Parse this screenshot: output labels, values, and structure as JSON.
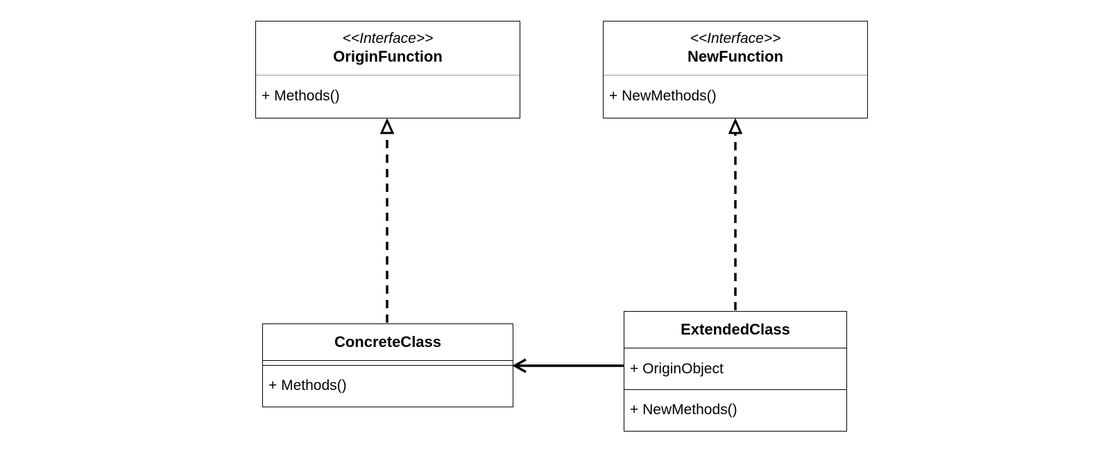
{
  "diagram": {
    "classes": {
      "origin_function": {
        "stereotype": "<<Interface>>",
        "name": "OriginFunction",
        "methods": [
          "+ Methods()"
        ]
      },
      "new_function": {
        "stereotype": "<<Interface>>",
        "name": "NewFunction",
        "methods": [
          "+ NewMethods()"
        ]
      },
      "concrete_class": {
        "name": "ConcreteClass",
        "attributes": [],
        "methods": [
          "+ Methods()"
        ]
      },
      "extended_class": {
        "name": "ExtendedClass",
        "attributes": [
          "+ OriginObject"
        ],
        "methods": [
          "+ NewMethods()"
        ]
      }
    },
    "relations": [
      {
        "type": "realization",
        "from": "ConcreteClass",
        "to": "OriginFunction"
      },
      {
        "type": "realization",
        "from": "ExtendedClass",
        "to": "NewFunction"
      },
      {
        "type": "association",
        "from": "ExtendedClass",
        "to": "ConcreteClass"
      }
    ]
  }
}
